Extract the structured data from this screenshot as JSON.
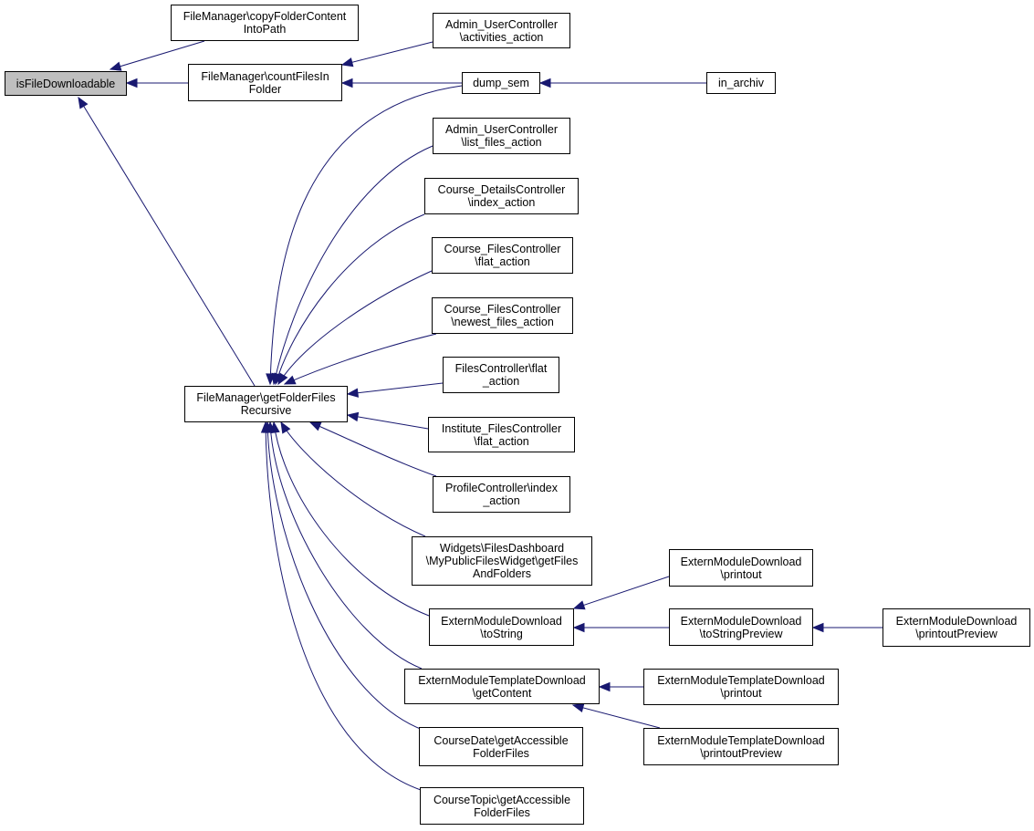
{
  "colors": {
    "edge": "#191970",
    "root_fill": "#bfbfbf",
    "node_fill": "#ffffff",
    "node_border": "#000000"
  },
  "nodes": [
    {
      "id": "root",
      "name": "node-isfiledownloadable",
      "lines": [
        "isFileDownloadable"
      ]
    },
    {
      "id": "copyFolder",
      "name": "node-filemanager-copyfoldercontentintopath",
      "lines": [
        "FileManager\\copyFolderContent",
        "IntoPath"
      ]
    },
    {
      "id": "countFiles",
      "name": "node-filemanager-countfilesinfolder",
      "lines": [
        "FileManager\\countFilesIn",
        "Folder"
      ]
    },
    {
      "id": "getFolderFiles",
      "name": "node-filemanager-getfolderfilesrecursive",
      "lines": [
        "FileManager\\getFolderFiles",
        "Recursive"
      ]
    },
    {
      "id": "adminActivities",
      "name": "node-admin-usercontroller-activities-action",
      "lines": [
        "Admin_UserController",
        "\\activities_action"
      ]
    },
    {
      "id": "dumpSem",
      "name": "node-dump-sem",
      "lines": [
        "dump_sem"
      ]
    },
    {
      "id": "inArchiv",
      "name": "node-in-archiv",
      "lines": [
        "in_archiv"
      ]
    },
    {
      "id": "adminListFiles",
      "name": "node-admin-usercontroller-list-files-action",
      "lines": [
        "Admin_UserController",
        "\\list_files_action"
      ]
    },
    {
      "id": "courseDetails",
      "name": "node-course-detailscontroller-index-action",
      "lines": [
        "Course_DetailsController",
        "\\index_action"
      ]
    },
    {
      "id": "courseFilesFlat",
      "name": "node-course-filescontroller-flat-action",
      "lines": [
        "Course_FilesController",
        "\\flat_action"
      ]
    },
    {
      "id": "courseFilesNewest",
      "name": "node-course-filescontroller-newest-files-action",
      "lines": [
        "Course_FilesController",
        "\\newest_files_action"
      ]
    },
    {
      "id": "filesFlat",
      "name": "node-filescontroller-flat-action",
      "lines": [
        "FilesController\\flat",
        "_action"
      ]
    },
    {
      "id": "instituteFlat",
      "name": "node-institute-filescontroller-flat-action",
      "lines": [
        "Institute_FilesController",
        "\\flat_action"
      ]
    },
    {
      "id": "profileIndex",
      "name": "node-profilecontroller-index-action",
      "lines": [
        "ProfileController\\index",
        "_action"
      ]
    },
    {
      "id": "widgets",
      "name": "node-widgets-mypublicfileswidget-getfilesandfolders",
      "lines": [
        "Widgets\\FilesDashboard",
        "\\MyPublicFilesWidget\\getFiles",
        "AndFolders"
      ]
    },
    {
      "id": "emdToString",
      "name": "node-externmoduledownload-tostring",
      "lines": [
        "ExternModuleDownload",
        "\\toString"
      ]
    },
    {
      "id": "emtdGetContent",
      "name": "node-externmoduletemplatedownload-getcontent",
      "lines": [
        "ExternModuleTemplateDownload",
        "\\getContent"
      ]
    },
    {
      "id": "courseDate",
      "name": "node-coursedate-getaccessiblefolderfiles",
      "lines": [
        "CourseDate\\getAccessible",
        "FolderFiles"
      ]
    },
    {
      "id": "courseTopic",
      "name": "node-coursetopic-getaccessiblefolderfiles",
      "lines": [
        "CourseTopic\\getAccessible",
        "FolderFiles"
      ]
    },
    {
      "id": "emdPrintout",
      "name": "node-externmoduledownload-printout",
      "lines": [
        "ExternModuleDownload",
        "\\printout"
      ]
    },
    {
      "id": "emdToStringPreview",
      "name": "node-externmoduledownload-tostringpreview",
      "lines": [
        "ExternModuleDownload",
        "\\toStringPreview"
      ]
    },
    {
      "id": "emdPrintoutPreview",
      "name": "node-externmoduledownload-printoutpreview",
      "lines": [
        "ExternModuleDownload",
        "\\printoutPreview"
      ]
    },
    {
      "id": "emtdPrintout",
      "name": "node-externmoduletemplatedownload-printout",
      "lines": [
        "ExternModuleTemplateDownload",
        "\\printout"
      ]
    },
    {
      "id": "emtdPrintoutPreview",
      "name": "node-externmoduletemplatedownload-printoutpreview",
      "lines": [
        "ExternModuleTemplateDownload",
        "\\printoutPreview"
      ]
    }
  ],
  "edges": [
    [
      "copyFolder",
      "root"
    ],
    [
      "countFiles",
      "root"
    ],
    [
      "getFolderFiles",
      "root"
    ],
    [
      "adminActivities",
      "countFiles"
    ],
    [
      "dumpSem",
      "countFiles"
    ],
    [
      "inArchiv",
      "dumpSem"
    ],
    [
      "dumpSem",
      "getFolderFiles"
    ],
    [
      "adminListFiles",
      "getFolderFiles"
    ],
    [
      "courseDetails",
      "getFolderFiles"
    ],
    [
      "courseFilesFlat",
      "getFolderFiles"
    ],
    [
      "courseFilesNewest",
      "getFolderFiles"
    ],
    [
      "filesFlat",
      "getFolderFiles"
    ],
    [
      "instituteFlat",
      "getFolderFiles"
    ],
    [
      "profileIndex",
      "getFolderFiles"
    ],
    [
      "widgets",
      "getFolderFiles"
    ],
    [
      "emdToString",
      "getFolderFiles"
    ],
    [
      "emtdGetContent",
      "getFolderFiles"
    ],
    [
      "courseDate",
      "getFolderFiles"
    ],
    [
      "courseTopic",
      "getFolderFiles"
    ],
    [
      "emdPrintout",
      "emdToString"
    ],
    [
      "emdToStringPreview",
      "emdToString"
    ],
    [
      "emdPrintoutPreview",
      "emdToStringPreview"
    ],
    [
      "emtdPrintout",
      "emtdGetContent"
    ],
    [
      "emtdPrintoutPreview",
      "emtdGetContent"
    ]
  ]
}
